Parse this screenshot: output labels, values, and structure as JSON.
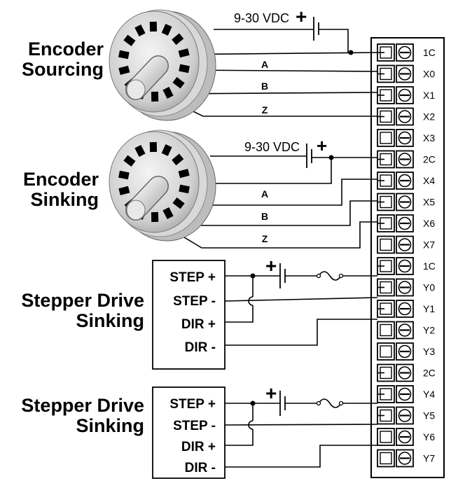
{
  "encoder_sourcing": {
    "title_line1": "Encoder",
    "title_line2": "Sourcing",
    "supply_label": "9-30 VDC",
    "plus": "+",
    "channel_a": "A",
    "channel_b": "B",
    "channel_z": "Z"
  },
  "encoder_sinking": {
    "title_line1": "Encoder",
    "title_line2": "Sinking",
    "supply_label": "9-30 VDC",
    "plus": "+",
    "channel_a": "A",
    "channel_b": "B",
    "channel_z": "Z"
  },
  "stepper_1": {
    "title_line1": "Stepper Drive",
    "title_line2": "Sinking",
    "plus": "+",
    "terminals": [
      "STEP +",
      "STEP -",
      "DIR +",
      "DIR -"
    ]
  },
  "stepper_2": {
    "title_line1": "Stepper Drive",
    "title_line2": "Sinking",
    "plus": "+",
    "terminals": [
      "STEP +",
      "STEP -",
      "DIR +",
      "DIR -"
    ]
  },
  "terminal_block": {
    "labels": [
      "1C",
      "X0",
      "X1",
      "X2",
      "X3",
      "2C",
      "X4",
      "X5",
      "X6",
      "X7",
      "1C",
      "Y0",
      "Y1",
      "Y2",
      "Y3",
      "2C",
      "Y4",
      "Y5",
      "Y6",
      "Y7"
    ],
    "connected": [
      true,
      true,
      true,
      true,
      false,
      true,
      true,
      true,
      true,
      false,
      true,
      true,
      true,
      false,
      false,
      true,
      true,
      true,
      false,
      false
    ]
  },
  "colors": {
    "line": "#000000",
    "encoder_body": "#d8d8d8",
    "background": "#ffffff"
  }
}
